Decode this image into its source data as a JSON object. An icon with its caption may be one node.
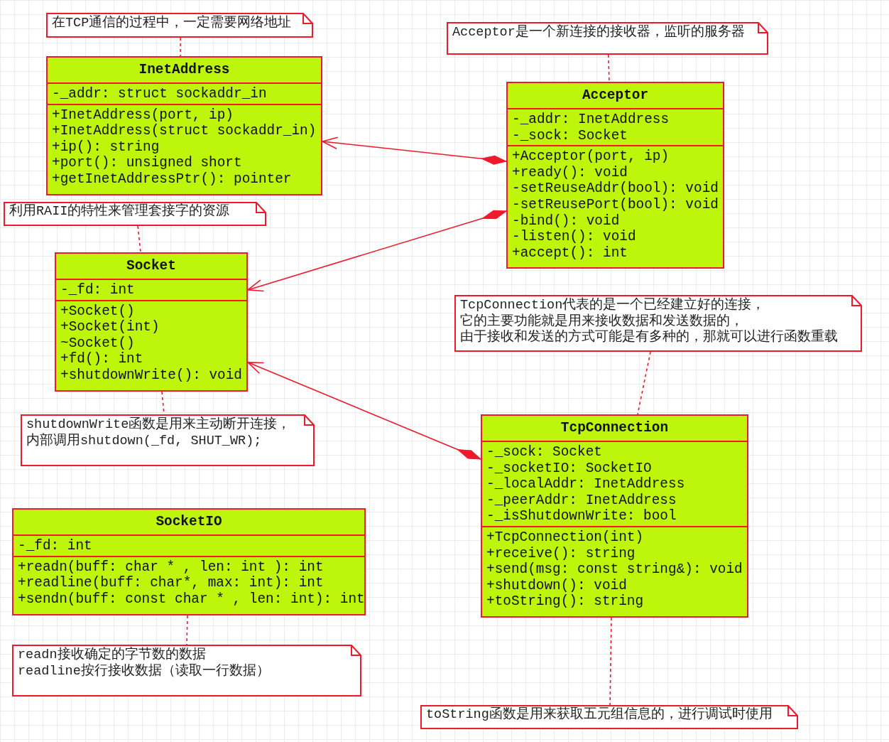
{
  "diagram": {
    "nodes": [
      {
        "text": [
          "在TCP通信的过程中，一定需要网络地址"
        ]
      },
      {
        "text": [
          "InetAddress",
          "-_addr: struct sockaddr_in",
          "+InetAddress(port, ip)",
          "+InetAddress(struct sockaddr_in)",
          "+ip(): string",
          "+port(): unsigned short",
          "+getInetAddressPtr(): pointer"
        ]
      },
      {
        "text": [
          "Acceptor是一个新连接的接收器，监听的服务器"
        ]
      },
      {
        "text": [
          "Acceptor",
          "-_addr: InetAddress",
          "-_sock: Socket",
          "+Acceptor(port, ip)",
          "+ready(): void",
          "-setReuseAddr(bool): void",
          "-setReusePort(bool): void",
          "-bind(): void",
          "-listen(): void",
          "+accept(): int"
        ]
      },
      {
        "text": [
          "利用RAII的特性来管理套接字的资源"
        ]
      },
      {
        "text": [
          "Socket",
          "-_fd: int",
          "+Socket()",
          "+Socket(int)",
          "~Socket()",
          "+fd(): int",
          "+shutdownWrite(): void"
        ]
      },
      {
        "text": [
          "TcpConnection代表的是一个已经建立好的连接，",
          "它的主要功能就是用来接收数据和发送数据的，",
          "由于接收和发送的方式可能是有多种的，那就可以进行函数重载"
        ]
      },
      {
        "text": [
          "shutdownWrite函数是用来主动断开连接，",
          "内部调用shutdown(_fd, SHUT_WR);"
        ]
      },
      {
        "text": [
          "TcpConnection",
          "-_sock: Socket",
          "-_socketIO: SocketIO",
          "-_localAddr: InetAddress",
          "-_peerAddr: InetAddress",
          "-_isShutdownWrite: bool",
          "+TcpConnection(int)",
          "+receive(): string",
          "+send(msg: const string&): void",
          "+shutdown(): void",
          "+toString(): string"
        ]
      },
      {
        "text": [
          "SocketIO",
          "-_fd: int",
          "+readn(buff: char * , len: int ): int",
          "+readline(buff: char*, max: int): int",
          "+sendn(buff: const char * , len: int): int"
        ]
      },
      {
        "text": [
          "readn接收确定的字节数的数据",
          "readline按行接收数据（读取一行数据）"
        ]
      },
      {
        "text": [
          "toString函数是用来获取五元组信息的，进行调试时使用"
        ]
      }
    ],
    "edges": [
      {
        "from": 0,
        "to": 1,
        "arrow": "none",
        "style": "dashed"
      },
      {
        "from": 2,
        "to": 3,
        "arrow": "none",
        "style": "dashed"
      },
      {
        "from": 3,
        "to": 1,
        "arrow": "to"
      },
      {
        "from": 4,
        "to": 5,
        "arrow": "none",
        "style": "dashed"
      },
      {
        "from": 3,
        "to": 5,
        "arrow": "to"
      },
      {
        "from": 6,
        "to": 8,
        "arrow": "none",
        "style": "dashed"
      },
      {
        "from": 5,
        "to": 7,
        "arrow": "none",
        "style": "dashed"
      },
      {
        "from": 8,
        "to": 5,
        "arrow": "to"
      },
      {
        "from": 9,
        "to": 10,
        "arrow": "none",
        "style": "dashed"
      },
      {
        "from": 8,
        "to": 11,
        "arrow": "none",
        "style": "dashed"
      }
    ]
  }
}
